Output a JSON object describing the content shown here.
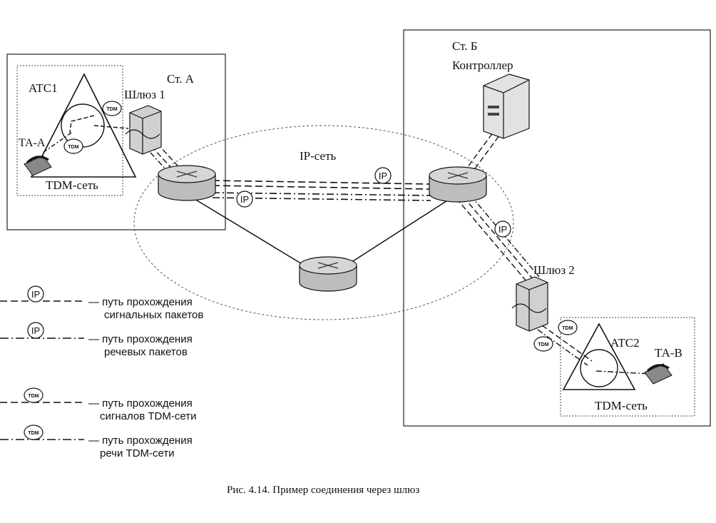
{
  "station_a": {
    "label": "Ст. A"
  },
  "station_b": {
    "label": "Ст. Б",
    "controller": "Контроллер"
  },
  "atc1": {
    "label": "ATC1"
  },
  "atc2": {
    "label": "ATC2"
  },
  "gateway1": {
    "label": "Шлюз 1"
  },
  "gateway2": {
    "label": "Шлюз 2"
  },
  "phone_a": {
    "label": "ТА-А"
  },
  "phone_b": {
    "label": "ТА-В"
  },
  "tdm_net_a": {
    "label": "TDM-сеть"
  },
  "tdm_net_b": {
    "label": "TDM-сеть"
  },
  "ip_net": {
    "label": "IP-сеть"
  },
  "badges": {
    "ip": "IP",
    "tdm": "TDM"
  },
  "legend": [
    {
      "badge": "IP",
      "line1": "— путь прохождения",
      "line2": "сигнальных пакетов"
    },
    {
      "badge": "IP",
      "line1": "— путь прохождения",
      "line2": "речевых пакетов"
    },
    {
      "badge": "TDM",
      "line1": "— путь прохождения",
      "line2": "сигналов TDM-сети"
    },
    {
      "badge": "TDM",
      "line1": "— путь прохождения",
      "line2": "речи TDM-сети"
    }
  ],
  "caption": "Рис. 4.14. Пример соединения через шлюз"
}
